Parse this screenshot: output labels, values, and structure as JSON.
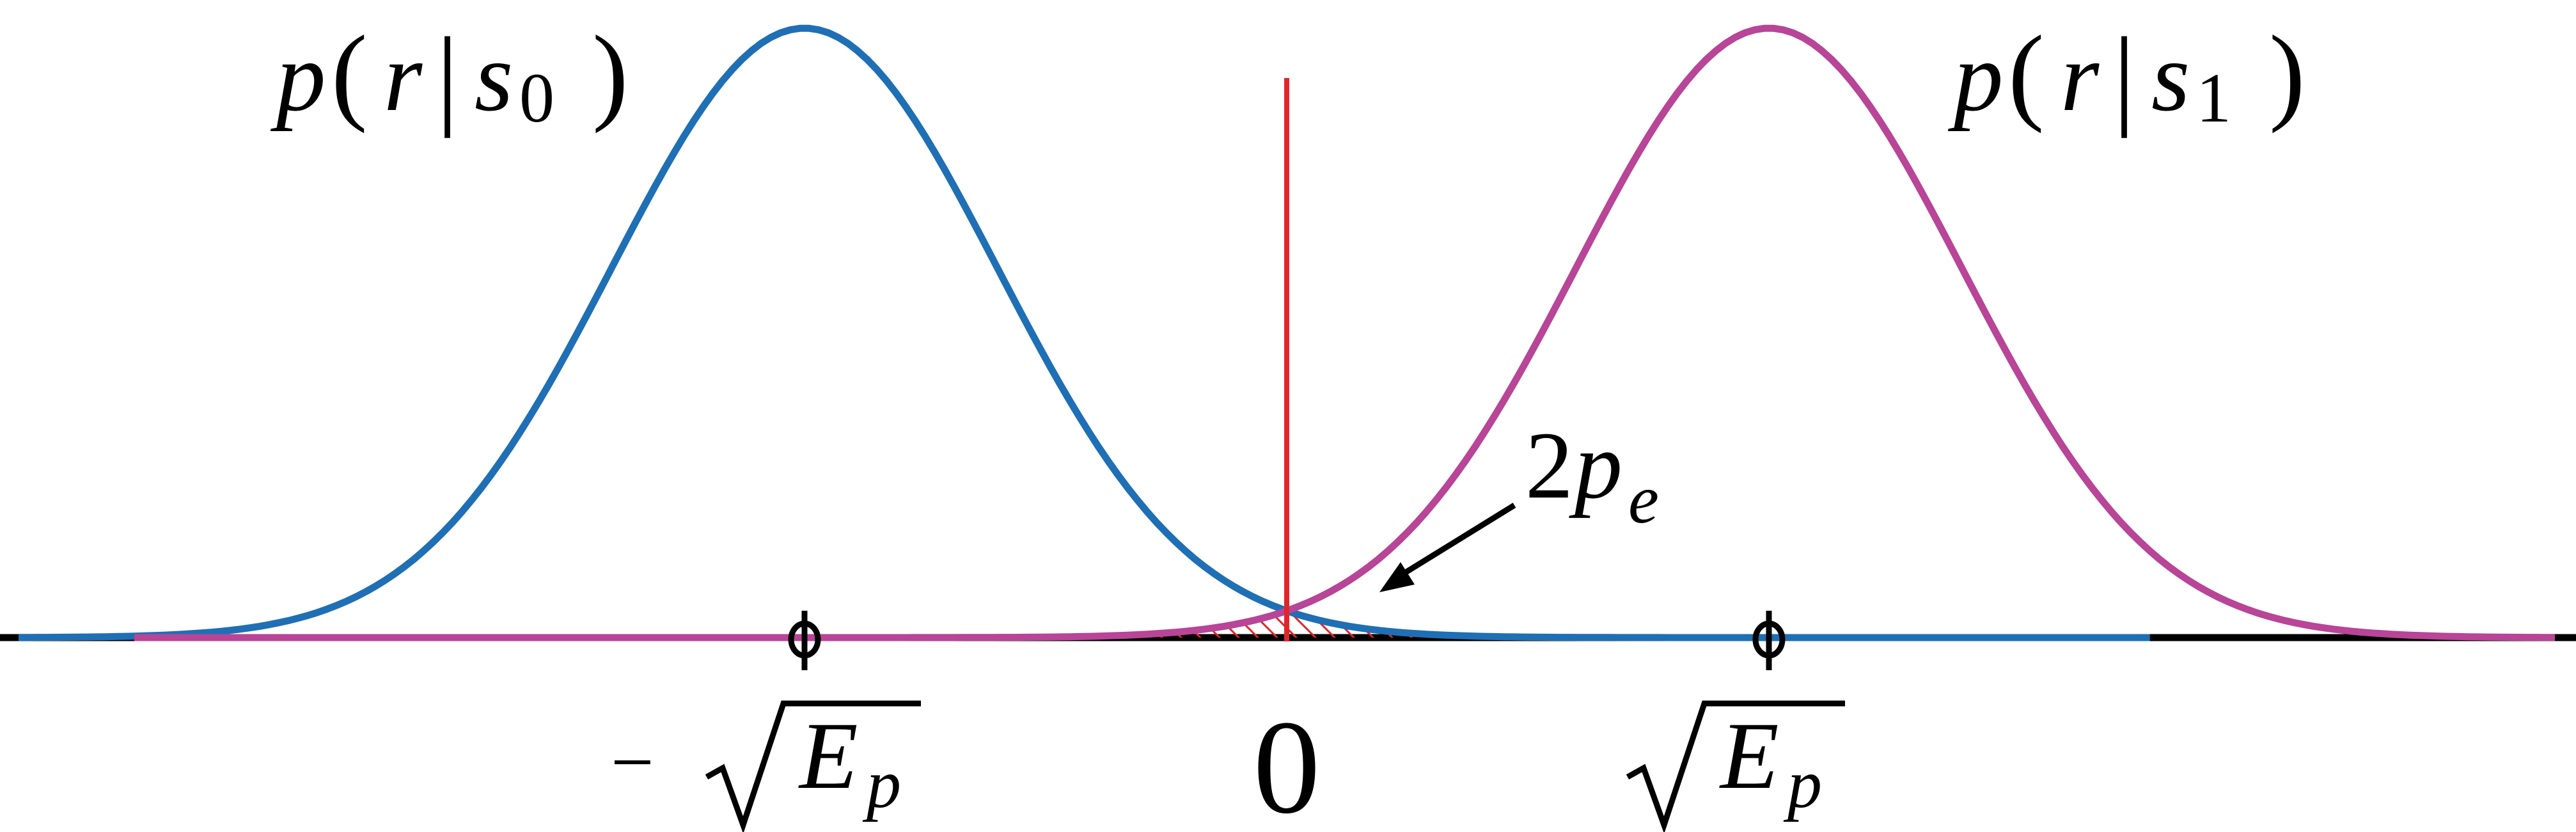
{
  "diagram": {
    "colors": {
      "s0_curve": "#1f6fb5",
      "s1_curve": "#b84597",
      "threshold": "#e0262b",
      "hatch": "#e0262b",
      "axis": "#000000"
    },
    "curve_labels": {
      "s0": {
        "p": "p",
        "open": "(",
        "r": "r",
        "bar": "|",
        "s": "s",
        "sub": "0",
        "close": ")"
      },
      "s1": {
        "p": "p",
        "open": "(",
        "r": "r",
        "bar": "|",
        "s": "s",
        "sub": "1",
        "close": ")"
      }
    },
    "error_label": {
      "coef": "2",
      "p": "p",
      "sub": "e"
    },
    "tick_labels": {
      "left": {
        "sign": "−",
        "radicand": "E",
        "sub": "p"
      },
      "center": "0",
      "right": {
        "radicand": "E",
        "sub": "p"
      }
    },
    "pdf_shape": {
      "mean_left": -1,
      "mean_right": 1,
      "sigma": 0.4,
      "threshold": 0
    }
  }
}
